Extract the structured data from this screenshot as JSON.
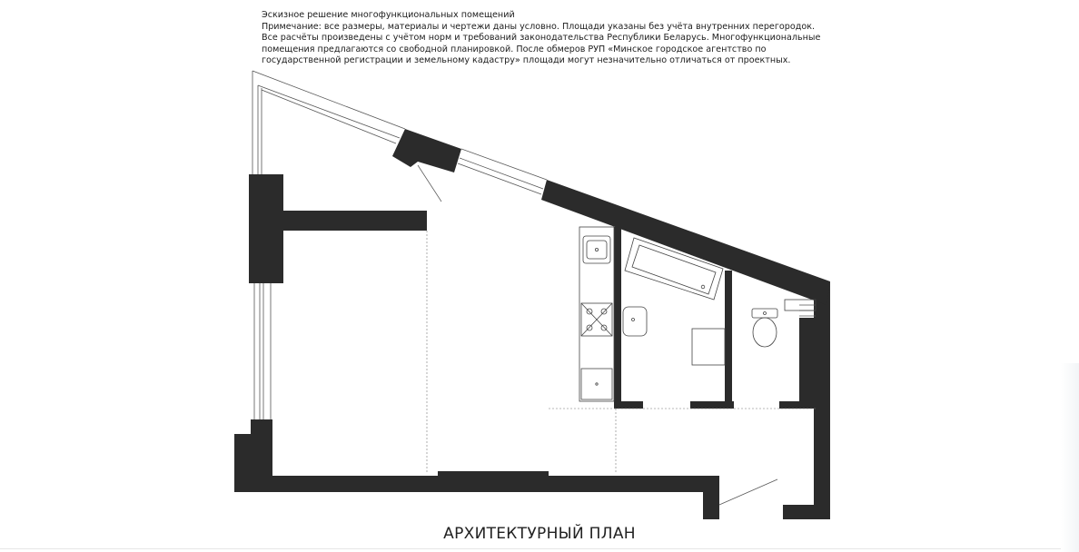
{
  "notes": {
    "heading": "Эскизное решение многофункциональных помещений",
    "lines": [
      "Примечание: все размеры, материалы и чертежи даны условно. Площади указаны без учёта внутренних перегородок.",
      "Все расчёты произведены с учётом норм и требований законодательства Республики Беларусь. Многофункциональные",
      "помещения предлагаются со свободной планировкой. После обмеров РУП «Минское городское агентство по",
      "государственной регистрации и земельному кадастру» площади могут незначительно отличаться от проектных."
    ]
  },
  "plan": {
    "title": "АРХИТЕКТУРНЫЙ ПЛАН",
    "wall_color": "#2b2b2b",
    "line_color": "#555555",
    "fixtures": [
      "sink-icon",
      "stove-icon",
      "bathtub-icon",
      "washbasin-icon",
      "toilet-icon",
      "washing-machine-icon",
      "door-swing-icon"
    ]
  }
}
